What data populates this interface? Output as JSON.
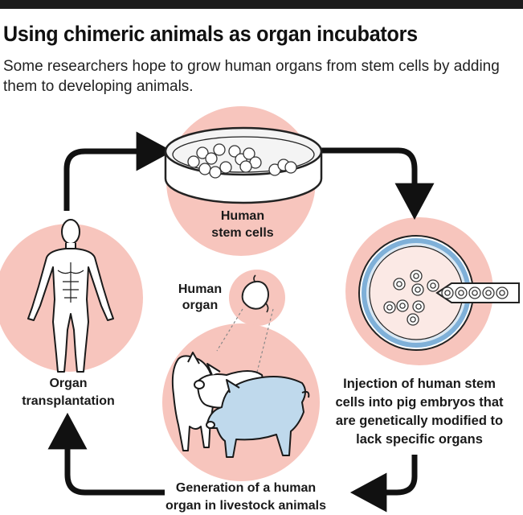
{
  "header": {
    "title": "Using chimeric animals as organ incubators",
    "subtitle": "Some researchers hope to grow human organs from stem cells by adding them to developing animals."
  },
  "steps": {
    "stem_cells": "Human\nstem cells",
    "injection": "Injection of human stem\ncells into pig embryos that\nare genetically modified to\nlack specific organs",
    "generation": "Generation of a human\norgan in livestock animals",
    "transplant": "Organ\ntransplantation",
    "organ": "Human\norgan"
  },
  "colors": {
    "circle": "#f7c5bd",
    "pig_blue": "#bfd9ec",
    "dish_water": "#dbe9f4",
    "dish_rim": "#7fb0d8",
    "arrow": "#111111"
  }
}
